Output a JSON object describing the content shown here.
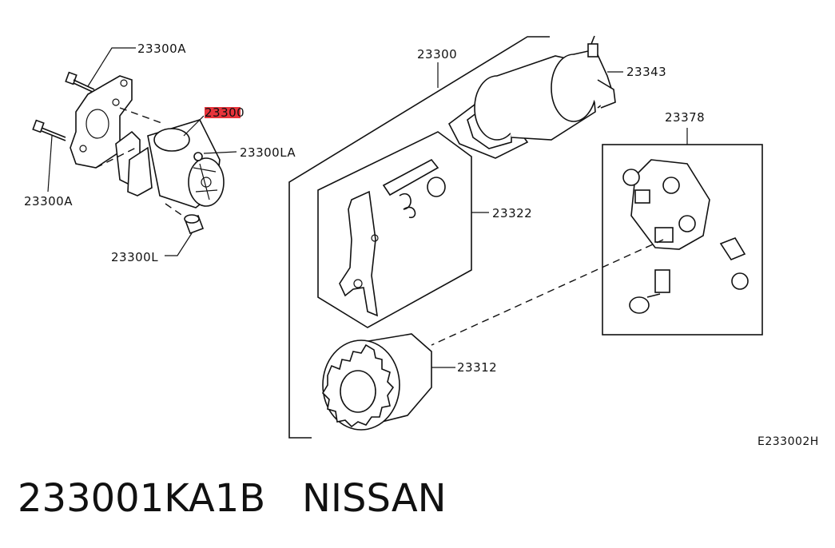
{
  "labels": {
    "bolt_top": "23300A",
    "bolt_left": "23300A",
    "highlighted": "23300",
    "bracket_la": "23300LA",
    "bushing_l": "23300L",
    "assembly": "23300",
    "solenoid": "23343",
    "lever_kit": "23322",
    "brush_holder": "23378",
    "pinion": "23312",
    "diagram_code": "E233002H"
  },
  "caption": {
    "part_number": "233001KA1B",
    "brand": "NISSAN"
  },
  "colors": {
    "highlight": "#e8343b",
    "ink": "#111111"
  }
}
